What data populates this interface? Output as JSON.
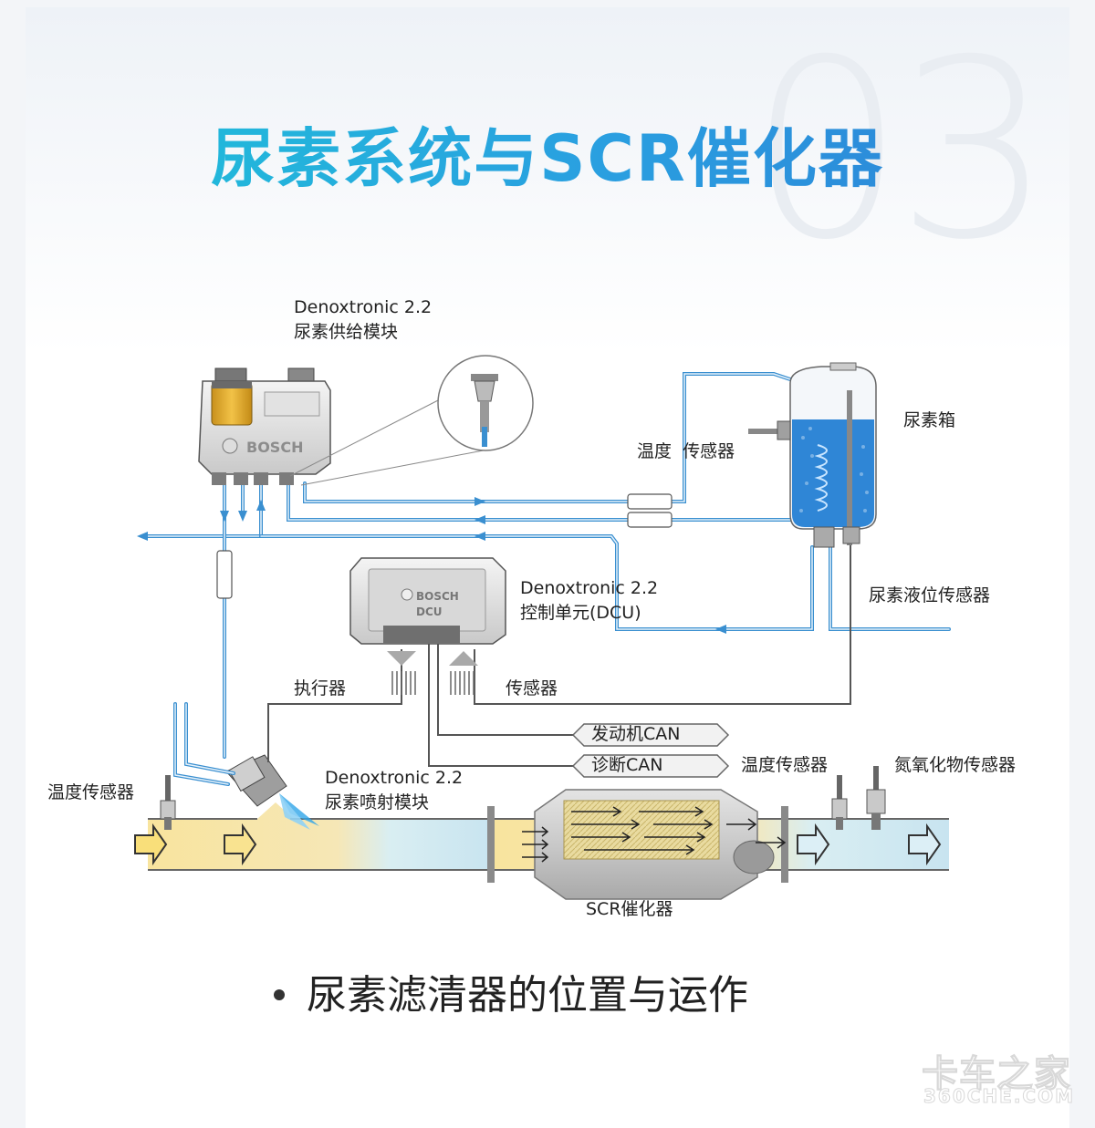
{
  "header": {
    "number": "03",
    "title": "尿素系统与SCR催化器"
  },
  "labels": {
    "supply_module": [
      "Denoxtronic 2.2",
      "尿素供给模块"
    ],
    "tank": "尿素箱",
    "temp_sensor_tank": "温度  传感器",
    "dcu": [
      "Denoxtronic 2.2",
      "控制单元(DCU)"
    ],
    "level_sensor": "尿素液位传感器",
    "actuator": "执行器",
    "sensor": "传感器",
    "engine_can": "发动机CAN",
    "diag_can": "诊断CAN",
    "temp_sensor_right": "温度传感器",
    "nox_sensor": "氮氧化物传感器",
    "temp_sensor_left": "温度传感器",
    "dosing_module": [
      "Denoxtronic 2.2",
      "尿素喷射模块"
    ],
    "scr": "SCR催化器",
    "bosch": "BOSCH",
    "dcu_short": "DCU"
  },
  "caption": "尿素滤清器的位置与运作",
  "watermark": {
    "line1": "卡车之家",
    "line2": "360CHE.COM"
  },
  "colors": {
    "line_blue": "#3a8fd0",
    "pipe_yellow": "#f7e3a1",
    "pipe_blue": "#cfe6f1",
    "tank_fluid": "#2f86d6",
    "title_start": "#1ec4d8",
    "title_end": "#2d7fd6"
  }
}
